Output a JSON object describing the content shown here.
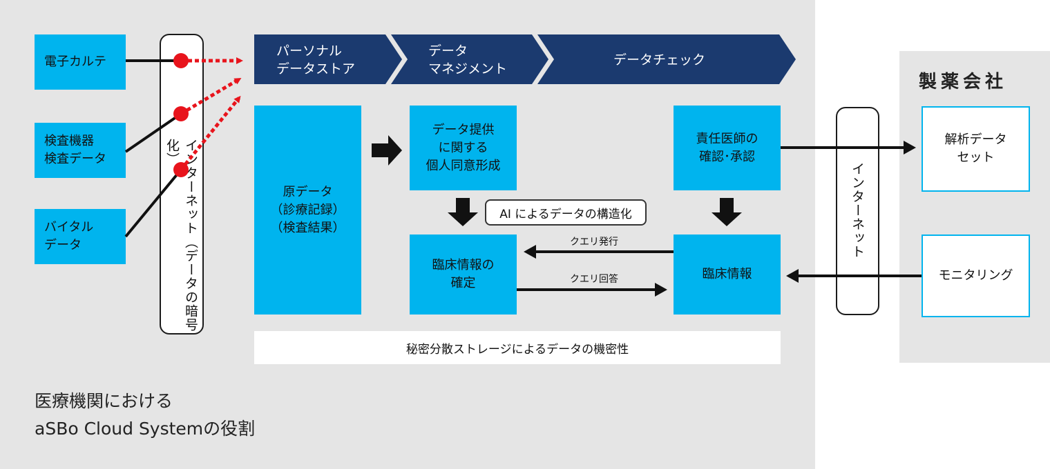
{
  "sources": [
    {
      "id": "ehr",
      "label": "電子カルテ"
    },
    {
      "id": "lab",
      "label": "検査機器\n検査データ"
    },
    {
      "id": "vital",
      "label": "バイタル\nデータ"
    }
  ],
  "encrypted_internet": "インターネット（データの暗号化）",
  "process_steps": [
    {
      "line1": "パーソナル",
      "line2": "データストア"
    },
    {
      "line1": "データ",
      "line2": "マネジメント"
    },
    {
      "line1": "データチェック",
      "line2": ""
    }
  ],
  "raw_data": "原データ\n（診療記録）\n（検査結果）",
  "consent": "データ提供\nに関する\n個人同意形成",
  "ai_structuring": "AI によるデータの構造化",
  "clinical_confirm": "臨床情報の\n確定",
  "doctor_approval": "責任医師の\n確認･承認",
  "clinical_info": "臨床情報",
  "query_issue": "クエリ発行",
  "query_answer": "クエリ回答",
  "secure_storage": "秘密分散ストレージによるデータの機密性",
  "internet": "インターネット",
  "pharma": {
    "title": "製薬会社",
    "dataset": "解析データ\nセット",
    "monitoring": "モニタリング"
  },
  "caption": "医療機関における\naSBo Cloud Systemの役割",
  "colors": {
    "navy": "#1b3a6f",
    "cyan": "#00b4ee",
    "red": "#e8141c",
    "bg": "#e5e5e5"
  }
}
